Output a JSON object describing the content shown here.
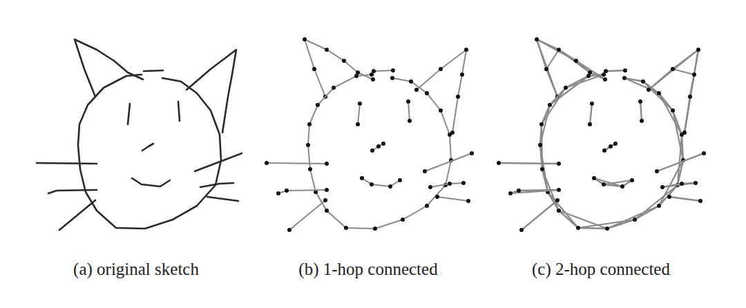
{
  "diagram": {
    "labels": [
      "(a)  original sketch",
      "(b)  1-hop connected",
      "(c)  2-hop connected"
    ]
  }
}
